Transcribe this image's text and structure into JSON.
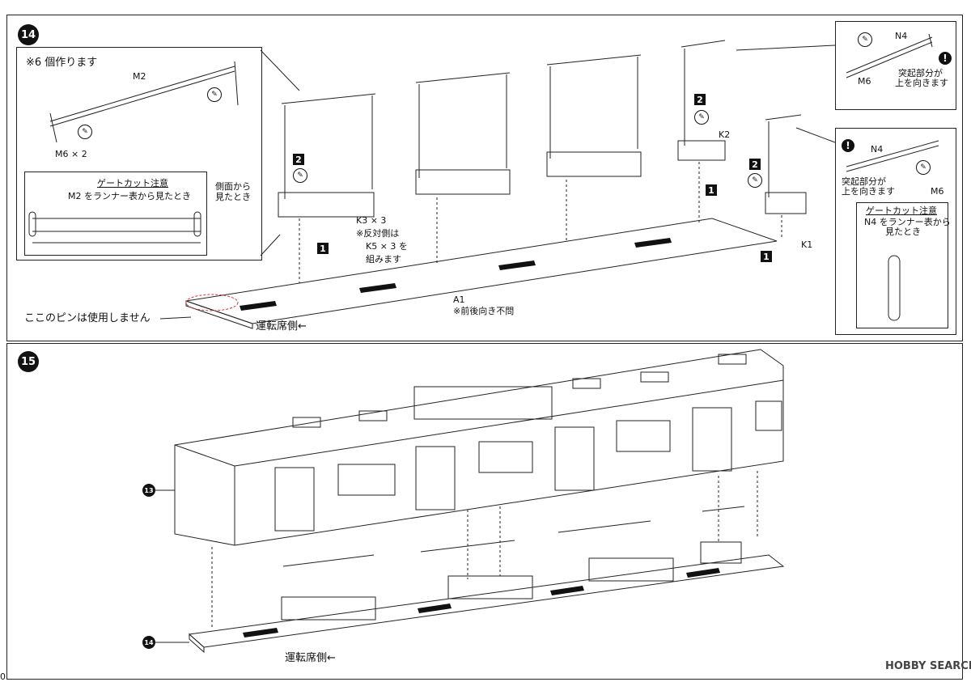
{
  "step14": {
    "number": "14",
    "detail_m2": {
      "note": "※6 個作ります",
      "part": "M2",
      "sub_part": "M6 × 2",
      "gate_title": "ゲートカット注意",
      "gate_caption": "M2 をランナー表から見たとき",
      "side_caption": "側面から見たとき"
    },
    "labels": {
      "seat_repeat": "K3 × 3",
      "reverse_note": "※反対側は",
      "reverse_part": "K5 × 3 を",
      "reverse_end": "組みます",
      "floor_part": "A1",
      "floor_note": "※前後向き不問",
      "pin_note": "ここのピンは使用しません",
      "driver_side": "運転席側←",
      "k2": "K2",
      "k1": "K1"
    },
    "steps": {
      "one": "1",
      "two": "2"
    },
    "detail_n4_top": {
      "part": "N4",
      "sub_part": "M6",
      "warn_line1": "突起部分が",
      "warn_line2": "上を向きます"
    },
    "detail_n4_bottom": {
      "part": "N4",
      "sub_part": "M6",
      "warn_line1": "突起部分が",
      "warn_line2": "上を向きます",
      "gate_title": "ゲートカット注意",
      "gate_caption1": "N4 をランナー表から",
      "gate_caption2": "見たとき"
    }
  },
  "step15": {
    "number": "15",
    "ref_top": "13",
    "ref_bottom": "14",
    "driver_side": "運転席側←"
  },
  "watermark": "HOBBY SEARCH",
  "page_num": "0",
  "icons": [
    "glue-icon",
    "warning-icon",
    "step-number-icon"
  ]
}
